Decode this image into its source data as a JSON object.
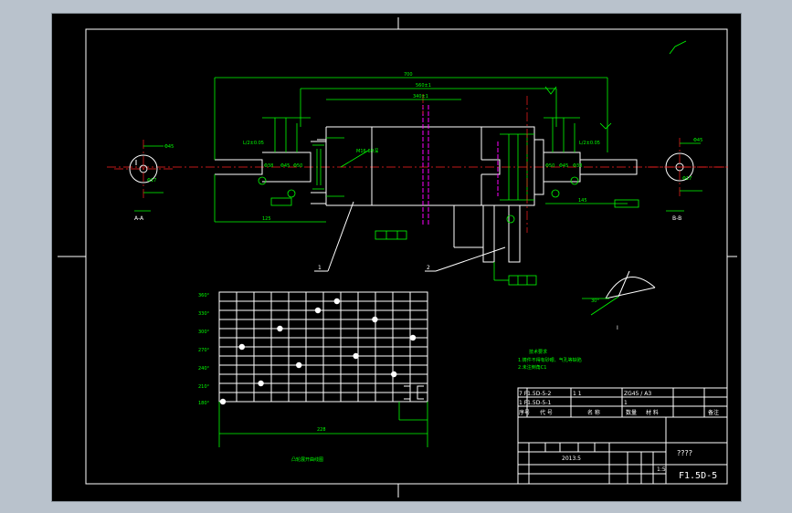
{
  "title_block": {
    "row2_code": "7 F1.5D-5-2",
    "row2_qty": "1 1",
    "row2_material": "ZG45 / A3",
    "row1_code": "1 F1.5D-5-1",
    "row1_qty": "1",
    "header_seq": "序号",
    "header_code": "代 号",
    "header_name": "名 称",
    "header_qty": "数量",
    "header_material": "材 料",
    "header_remark": "备注",
    "drawing_name": "????",
    "drawing_number": "F1.5D-5",
    "scale": "1:5",
    "date_code": "2013.5",
    "note_title": "技术要求"
  },
  "views": {
    "section_a": "A-A",
    "section_b": "B-B",
    "detail": "I"
  }
}
